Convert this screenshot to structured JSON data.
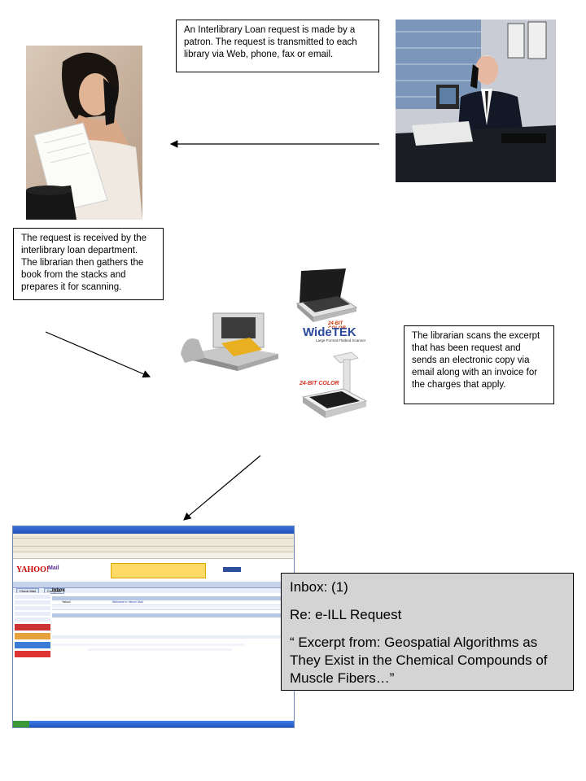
{
  "steps": {
    "request": "An Interlibrary Loan request is made by a patron. The request is transmitted to each library via Web, phone, fax or email.",
    "received": "The request is received by the interlibrary loan department. The librarian then gathers the book from the stacks and prepares it for scanning.",
    "scan": "The librarian scans the excerpt that has been request and sends an electronic copy via email along with an invoice for the charges that apply."
  },
  "callout": {
    "inbox": "Inbox: (1)",
    "subject": "Re: e-ILL Request",
    "excerpt": "“ Excerpt from: Geospatial Algorithms as They Exist in the Chemical Compounds of Muscle Fibers…”"
  },
  "scanner_labels": {
    "color_top": "24-BIT COLOR",
    "brand": "WideTEK",
    "brand_sub": "Large Format Flatbed Scanner",
    "color_bottom": "24-BIT COLOR"
  },
  "mail_screenshot": {
    "logo": "YAHOO!",
    "product": "Mail",
    "folder": "Inbox",
    "check_mail": "Check Mail",
    "compose": "Compose",
    "row_from": "Yahoo!",
    "row_subject": "Welcome to Yahoo! Mail"
  },
  "colors": {
    "callout_bg": "#d4d4d4",
    "yahoo_red": "#cc0000",
    "yahoo_purple": "#5b2c8e",
    "taskbar_blue": "#2456c4"
  }
}
